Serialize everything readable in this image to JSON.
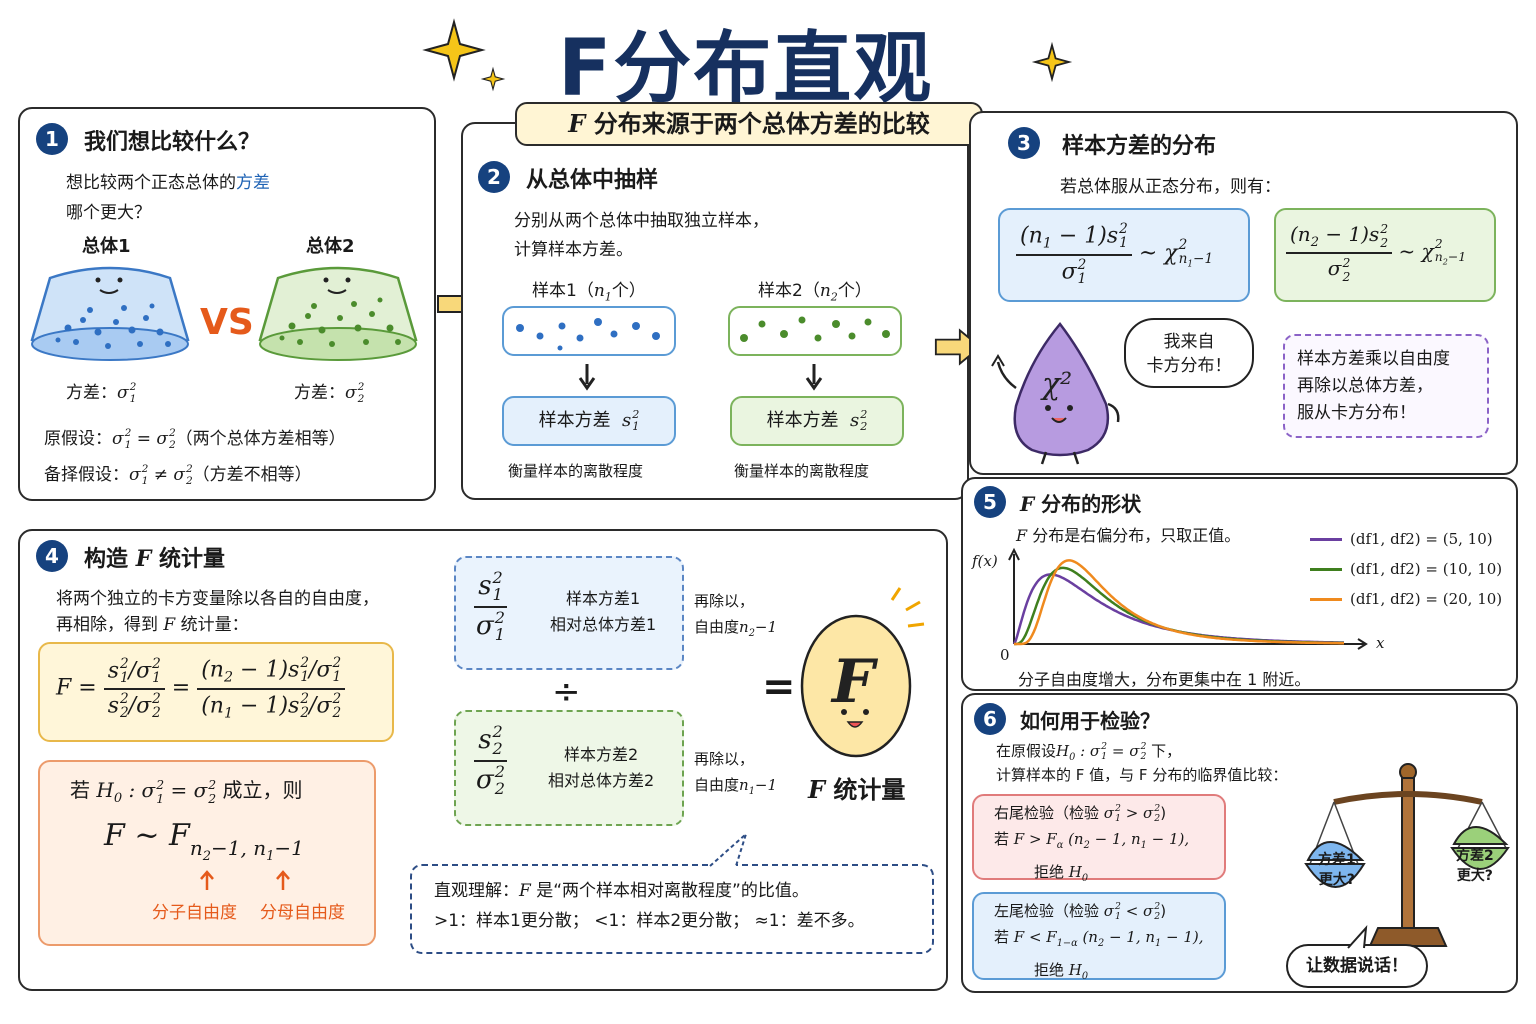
{
  "title": "F分布直观",
  "banner": "分布来源于两个总体方差的比较",
  "banner_f": "F",
  "s1": {
    "num": "1",
    "title": "我们想比较什么？",
    "line1a": "想比较两个正态总体的",
    "line1b": "方差",
    "line2": "哪个更大？",
    "pop1": "总体1",
    "pop2": "总体2",
    "vs": "VS",
    "var1": "方差：",
    "var2": "方差：",
    "h0": "原假设：",
    "h0_note": "（两个总体方差相等）",
    "h1": "备择假设：",
    "h1_note": "（方差不相等）",
    "colors": {
      "pop1": "#6aa8e8",
      "pop2": "#8bc86a"
    }
  },
  "s2": {
    "num": "2",
    "title": "从总体中抽样",
    "line1": "分别从两个总体中抽取独立样本，",
    "line2": "计算样本方差。",
    "sample1": "样本1（",
    "sample2": "样本2（",
    "unit": "个）",
    "var_label": "样本方差",
    "caption": "衡量样本的离散程度"
  },
  "s3": {
    "num": "3",
    "title": "样本方差的分布",
    "line": "若总体服从正态分布，则有：",
    "bubble1": "我来自",
    "bubble2": "卡方分布！",
    "note1": "样本方差乘以自由度",
    "note2": "再除以总体方差，",
    "note3": "服从卡方分布！"
  },
  "s4": {
    "num": "4",
    "title_a": "构造",
    "title_f": "F",
    "title_b": "统计量",
    "line1": "将两个独立的卡方变量除以各自的自由度，",
    "line2a": "再相除，得到",
    "line2b": "统计量：",
    "cond_a": "若",
    "cond_b": "成立，则",
    "num_df": "分子自由度",
    "den_df": "分母自由度",
    "rel1a": "样本方差1",
    "rel1b": "相对总体方差1",
    "rel2a": "样本方差2",
    "rel2b": "相对总体方差2",
    "div1a": "再除以，",
    "div1b": "自由度",
    "div2a": "再除以，",
    "div2b": "自由度",
    "stat": "统计量",
    "intuit1a": "直观理解：",
    "intuit1b": "是“两个样本相对离散程度”的比值。",
    "intuit2": ">1：样本1更分散；  <1：样本2更分散；  ≈1：差不多。"
  },
  "s5": {
    "num": "5",
    "title": "分布的形状",
    "line": "分布是右偏分布，只取正值。",
    "ylabel": "f(x)",
    "xlabel": "x",
    "zero": "0",
    "footer": "分子自由度增大，分布更集中在 1 附近。"
  },
  "s6": {
    "num": "6",
    "title": "如何用于检验？",
    "line1a": "在原假设",
    "line1b": "下，",
    "line2": "计算样本的 F 值，与 F 分布的临界值比较：",
    "right_title": "右尾检验（检验",
    "right_line": "若",
    "reject": "拒绝",
    "left_title": "左尾检验（检验",
    "left_line": "若",
    "scale1": "方差1",
    "scale1b": "更大?",
    "scale2": "方差2",
    "scale2b": "更大?",
    "talk": "让数据说话！"
  },
  "chart_data": {
    "type": "line",
    "title": "",
    "xlabel": "x",
    "ylabel": "f(x)",
    "series": [
      {
        "name": "(df1, df2) = (5, 10)",
        "color": "#6a3fa0",
        "df1": 5,
        "df2": 10
      },
      {
        "name": "(df1, df2) = (10, 10)",
        "color": "#3f7f1e",
        "df1": 10,
        "df2": 10
      },
      {
        "name": "(df1, df2) = (20, 10)",
        "color": "#ef8a1e",
        "df1": 20,
        "df2": 10
      }
    ],
    "xlim": [
      0,
      4.5
    ],
    "ylim": [
      0,
      0.85
    ],
    "legend": "top-right",
    "grid": false
  }
}
